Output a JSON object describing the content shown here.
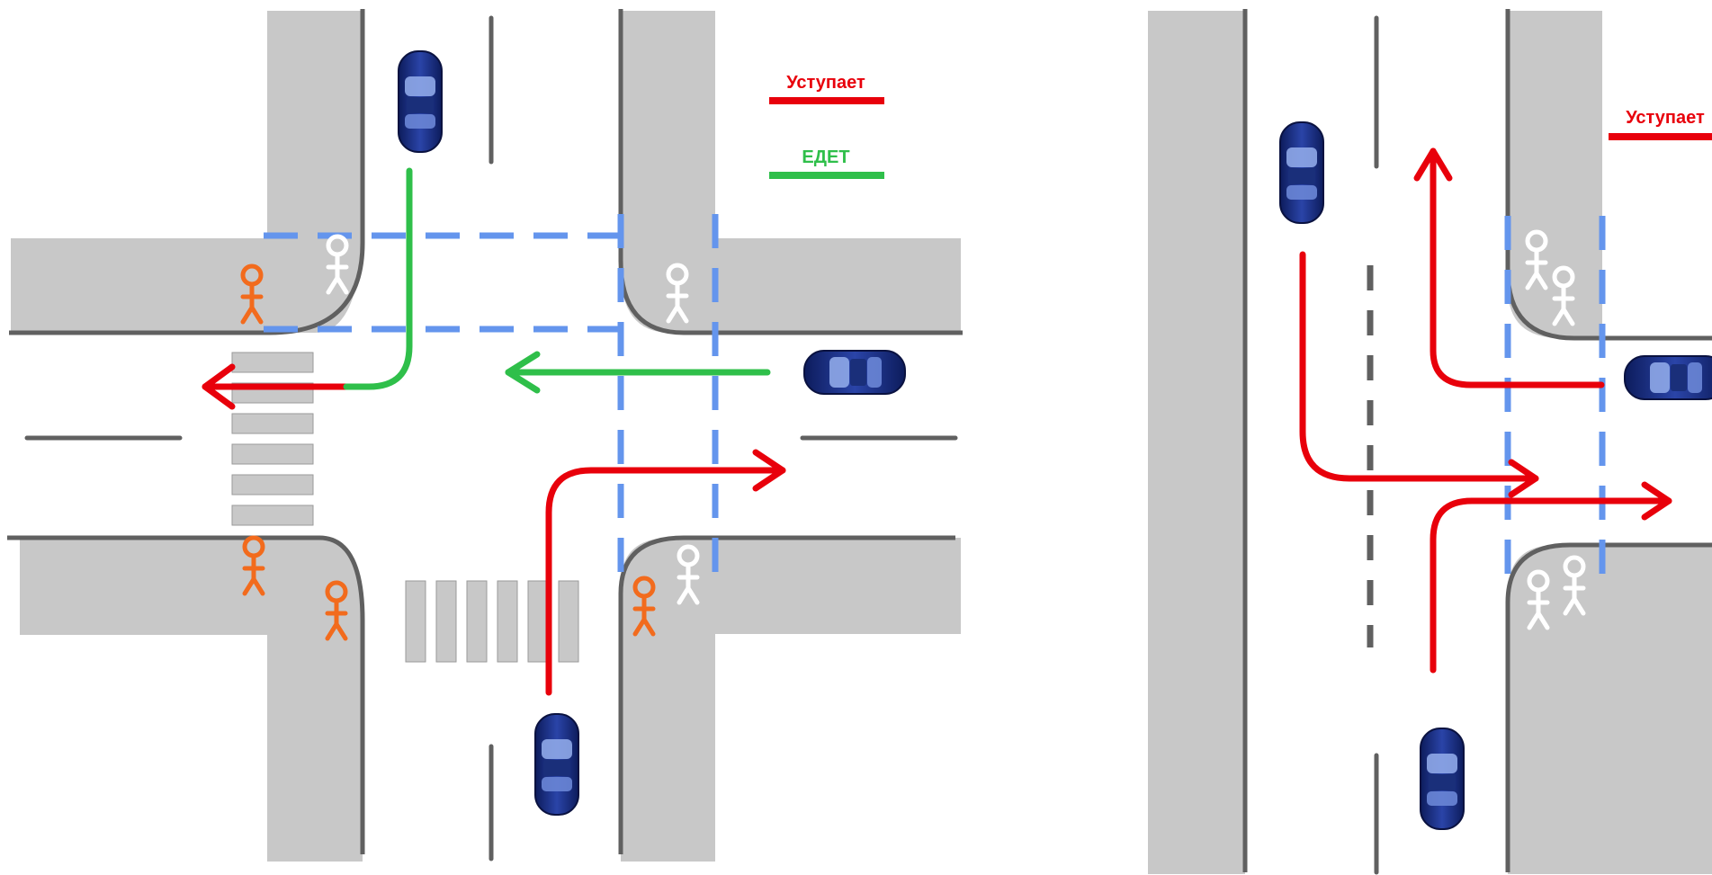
{
  "legend": {
    "yields_label": "Уступает",
    "goes_label": "ЕДЕТ",
    "yields_color": "#e8000b",
    "goes_color": "#2fbf4a"
  },
  "right_legend": {
    "yields_label": "Уступает"
  },
  "colors": {
    "sidewalk": "#c8c8c8",
    "curb": "#606060",
    "crosswalk_border": "#6495ed",
    "car_body": "#1a2f7a",
    "pedestrian_orange": "#f26b1d",
    "pedestrian_white": "#ffffff",
    "yield_arrow": "#e8000b",
    "go_arrow": "#2fbf4a"
  },
  "icons": {
    "car": "car-icon",
    "pedestrian": "pedestrian-icon"
  }
}
